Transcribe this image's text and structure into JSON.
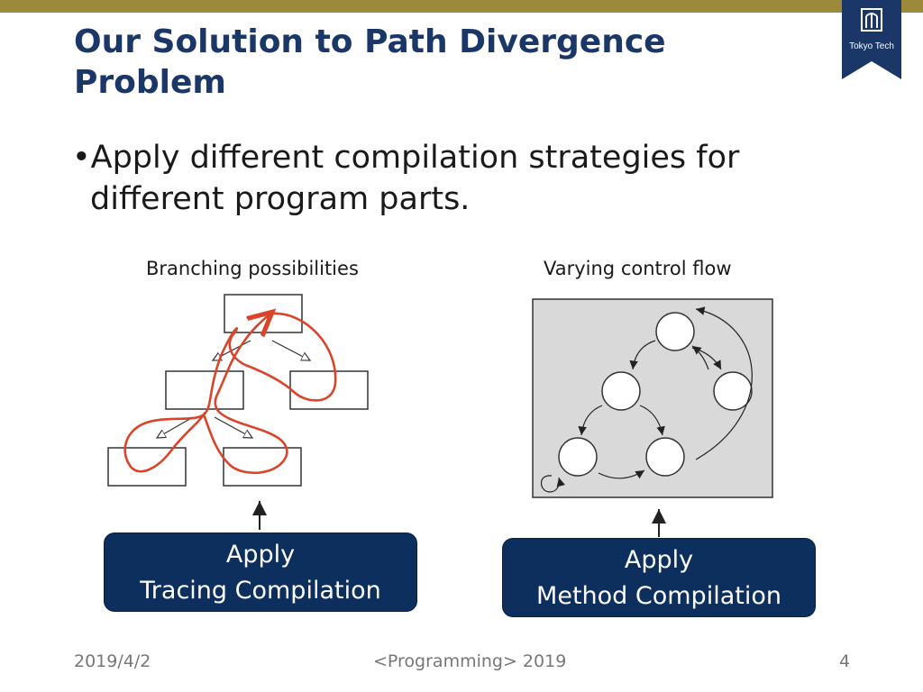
{
  "slide": {
    "title": "Our Solution to Path Divergence Problem",
    "bullet_line1": "•Apply different compilation strategies for",
    "bullet_line2": "different program parts."
  },
  "logo": {
    "text": "Tokyo Tech"
  },
  "left_panel": {
    "caption": "Branching possibilities",
    "apply_line1": "Apply",
    "apply_line2": "Tracing Compilation"
  },
  "right_panel": {
    "caption": "Varying control flow",
    "apply_line1": "Apply",
    "apply_line2": "Method Compilation"
  },
  "footer": {
    "date": "2019/4/2",
    "center": "<Programming> 2019",
    "page": "4"
  },
  "colors": {
    "title": "#1b3768",
    "top_bar": "#9a8a3a",
    "apply_box": "#0d2f5e",
    "trace_path": "#d9452b",
    "flow_panel": "#d9d9d9"
  }
}
